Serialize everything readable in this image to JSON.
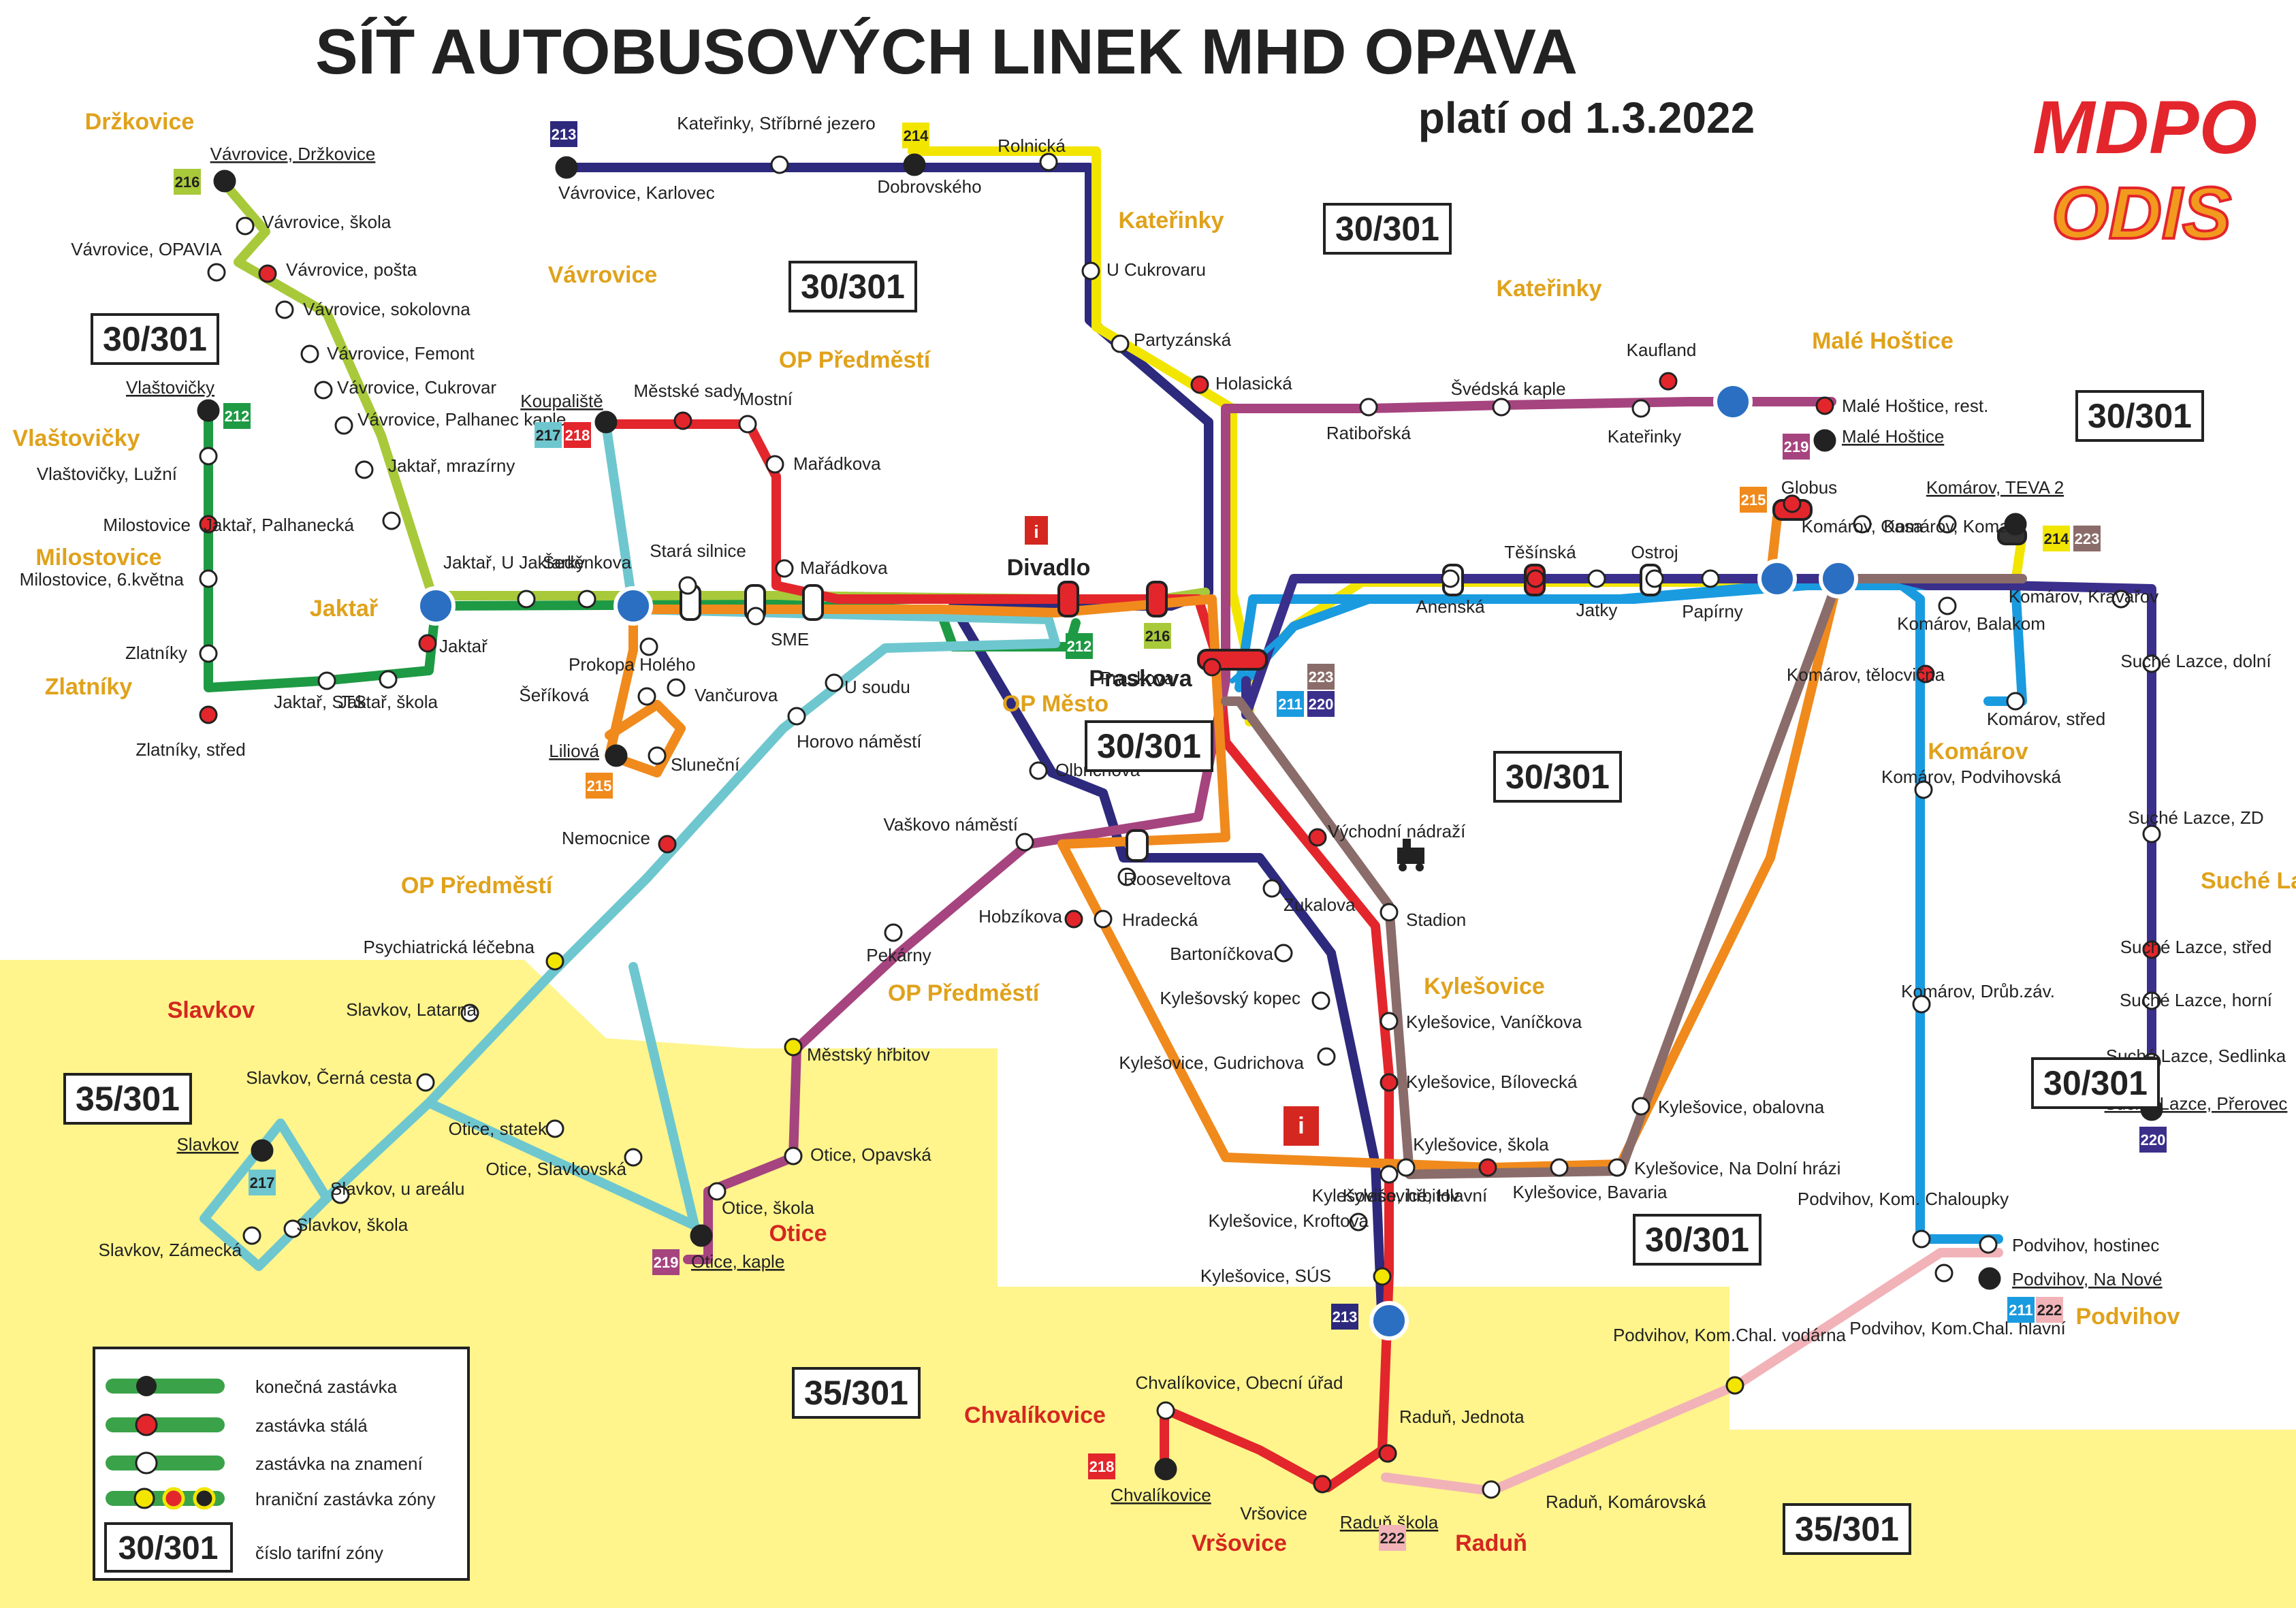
{
  "title": "SÍŤ AUTOBUSOVÝCH LINEK MHD OPAVA",
  "subtitle": "platí od 1.3.2022",
  "logo_mdpo": "MDPO",
  "logo_odis": "ODIS",
  "colors": {
    "zone35": "#fff58c",
    "l211": "#1a9be0",
    "l212": "#1f9a44",
    "l213": "#2d2a7e",
    "l214": "#f2e600",
    "l215": "#f08a1c",
    "l216": "#a8c93a",
    "l217": "#6ec6cf",
    "l218": "#e3262c",
    "l219": "#a6447f",
    "l220": "#3a2f8a",
    "l222": "#f2b3b8",
    "l223": "#8a6d6a",
    "district": "#e0a11b",
    "district_red": "#d4271f"
  },
  "zones": [
    "30/301",
    "30/301",
    "30/301",
    "30/301",
    "30/301",
    "30/301",
    "30/301",
    "30/301",
    "30/301",
    "35/301",
    "35/301",
    "35/301"
  ],
  "districts": [
    "Držkovice",
    "Vávrovice",
    "Kateřinky",
    "Kateřinky",
    "Malé Hoštice",
    "OP Předměstí",
    "Vlaštovičky",
    "Milostovice",
    "Zlatníky",
    "Jaktař",
    "OP Město",
    "OP Předměstí",
    "OP Předměstí",
    "Kylešovice",
    "Komárov",
    "Suché Lazce",
    "Podvihov",
    "Slavkov",
    "Otice",
    "Chvalíkovice",
    "Vršovice",
    "Raduň",
    "Praskova",
    "Divadlo"
  ],
  "line_badges": [
    "213",
    "214",
    "216",
    "212",
    "217",
    "218",
    "219",
    "215",
    "211",
    "220",
    "223",
    "216",
    "212",
    "215",
    "214",
    "223",
    "219",
    "217",
    "211",
    "222",
    "220",
    "213",
    "218",
    "222"
  ],
  "stops": [
    "Vávrovice, Karlovec",
    "Kateřinky, Stříbrné jezero",
    "Dobrovského",
    "Rolnická",
    "U Cukrovaru",
    "Partyzánská",
    "Holasická",
    "Ratibořská",
    "Švédská kaple",
    "Kaufland",
    "Kateřinky",
    "Malé Hoštice, rest.",
    "Malé Hoštice",
    "Vávrovice, Držkovice",
    "Vávrovice, škola",
    "Vávrovice, OPAVIA",
    "Vávrovice, pošta",
    "Vávrovice, sokolovna",
    "Vávrovice, Femont",
    "Vávrovice, Cukrovar",
    "Vávrovice, Palhanec kaple",
    "Jaktař, mrazírny",
    "Jaktař, Palhanecká",
    "Jaktař",
    "Vlaštovičky",
    "Vlaštovičky, Lužní",
    "Milostovice",
    "Milostovice, 6.května",
    "Zlatníky",
    "Zlatníky, střed",
    "Jaktař, STS",
    "Jaktař, škola",
    "Koupaliště",
    "Městské sady",
    "Mostní",
    "Mařádkova",
    "Mařádkova",
    "Jaktař, U Jaktarky",
    "Šeděnkova",
    "Stará silnice",
    "SME",
    "Prokopa Holého",
    "Šeříková",
    "Vančurova",
    "Liliová",
    "Sluneční",
    "U soudu",
    "Horovo náměstí",
    "Nemocnice",
    "Divadlo",
    "Dolní náměstí",
    "Praskova",
    "Olbrichova",
    "Vaškovo náměstí",
    "Rooseveltova",
    "Hobzíkova",
    "Hradecká",
    "Zukalova",
    "Bartoníčkova",
    "Kylešovský kopec",
    "Kylešovice, Gudrichova",
    "Kylešovice, hřbitov",
    "Kylešovice, Kroftova",
    "Východní nádraží",
    "Stadion",
    "Kylešovice, Vaníčkova",
    "Kylešovice, Bílovecká",
    "Kylešovice, škola",
    "Kylešovice, Hlavní",
    "Kylešovice, Bavaria",
    "Kylešovice, Na Dolní hrázi",
    "Kylešovice, obalovna",
    "Kylešovice, SÚS",
    "Anenská",
    "Těšínská",
    "Jatky",
    "Ostroj",
    "Papírny",
    "Globus",
    "Komárov, Oasa",
    "Komárov, Komas",
    "Komárov, TEVA 2",
    "Komárov, Kravařov",
    "Komárov, Balakom",
    "Komárov, tělocvična",
    "Komárov, střed",
    "Komárov, Podvihovská",
    "Komárov, Drůb.záv.",
    "Suché Lazce, dolní",
    "Suché Lazce, ZD",
    "Suché Lazce, střed",
    "Suché Lazce, horní",
    "Suché Lazce, Sedlinka",
    "Suché Lazce, Přerovec",
    "Podvihov, Kom. Chaloupky",
    "Podvihov, hostinec",
    "Podvihov, Na Nové",
    "Podvihov, Kom.Chal. hlavní",
    "Podvihov, Kom.Chal. vodárna",
    "Raduň, Komárovská",
    "Raduň škola",
    "Raduň, Jednota",
    "Vršovice",
    "Chvalíkovice, Obecní úřad",
    "Chvalíkovice",
    "Pekárny",
    "Městský hřbitov",
    "Otice, Opavská",
    "Otice, škola",
    "Otice, kaple",
    "Psychiatrická léčebna",
    "Slavkov, Latarna",
    "Slavkov, Černá cesta",
    "Otice, statek",
    "Otice, Slavkovská",
    "Slavkov",
    "Slavkov, u areálu",
    "Slavkov, škola",
    "Slavkov, Zámecká"
  ],
  "legend": {
    "terminal": "konečná zastávka",
    "stop": "zastávka stálá",
    "request": "zastávka na znamení",
    "border": "hraniční zastávka zóny",
    "zone_label": "30/301",
    "zone_desc": "číslo tarifní zóny"
  }
}
